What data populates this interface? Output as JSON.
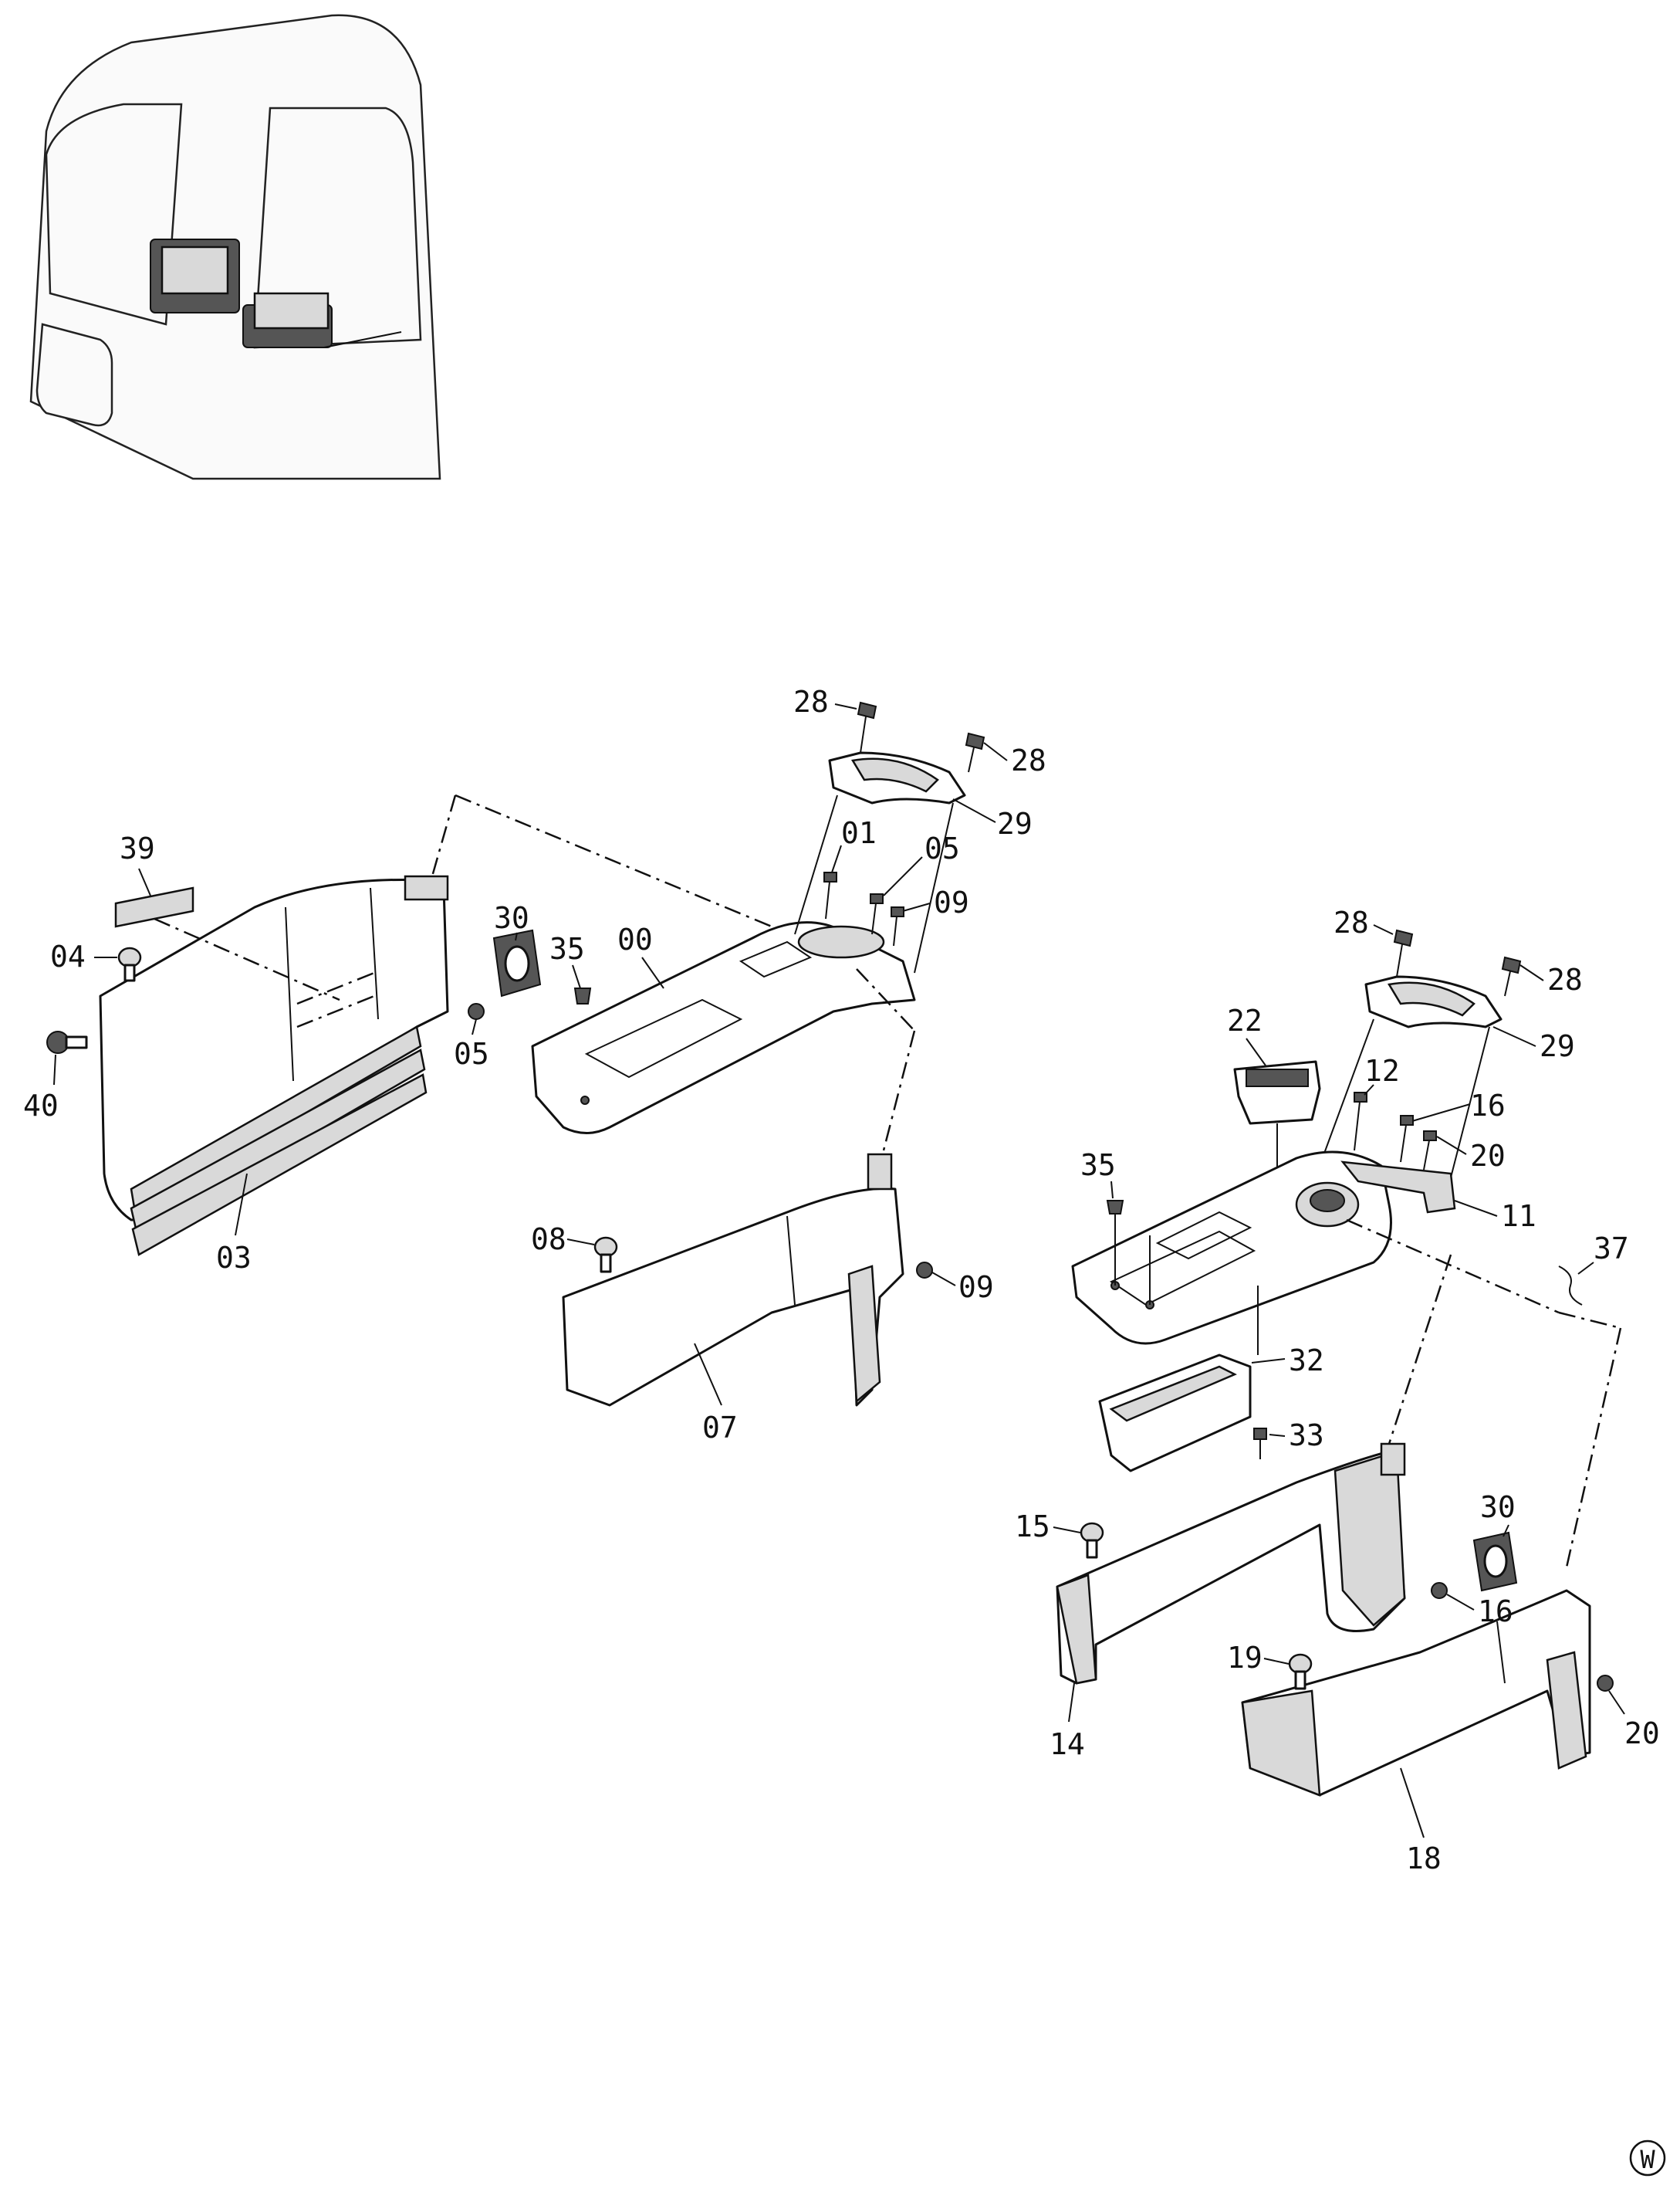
{
  "labels": {
    "l28a": "28",
    "l28b": "28",
    "l29a": "29",
    "l01": "01",
    "l05a": "05",
    "l09a": "09",
    "l39": "39",
    "l04": "04",
    "l30a": "30",
    "l35a": "35",
    "l00": "00",
    "l05b": "05",
    "l40": "40",
    "l03": "03",
    "l08": "08",
    "l09b": "09",
    "l07": "07",
    "l28c": "28",
    "l28d": "28",
    "l29b": "29",
    "l22": "22",
    "l12": "12",
    "l16a": "16",
    "l20a": "20",
    "l35b": "35",
    "l11": "11",
    "l37": "37",
    "l32": "32",
    "l33": "33",
    "l30b": "30",
    "l15": "15",
    "l16b": "16",
    "l19": "19",
    "l20b": "20",
    "l14": "14",
    "l18": "18"
  },
  "corner_mark": "W",
  "colors": {
    "line": "#111111",
    "shade": "#d9d9d9",
    "background": "#ffffff"
  }
}
